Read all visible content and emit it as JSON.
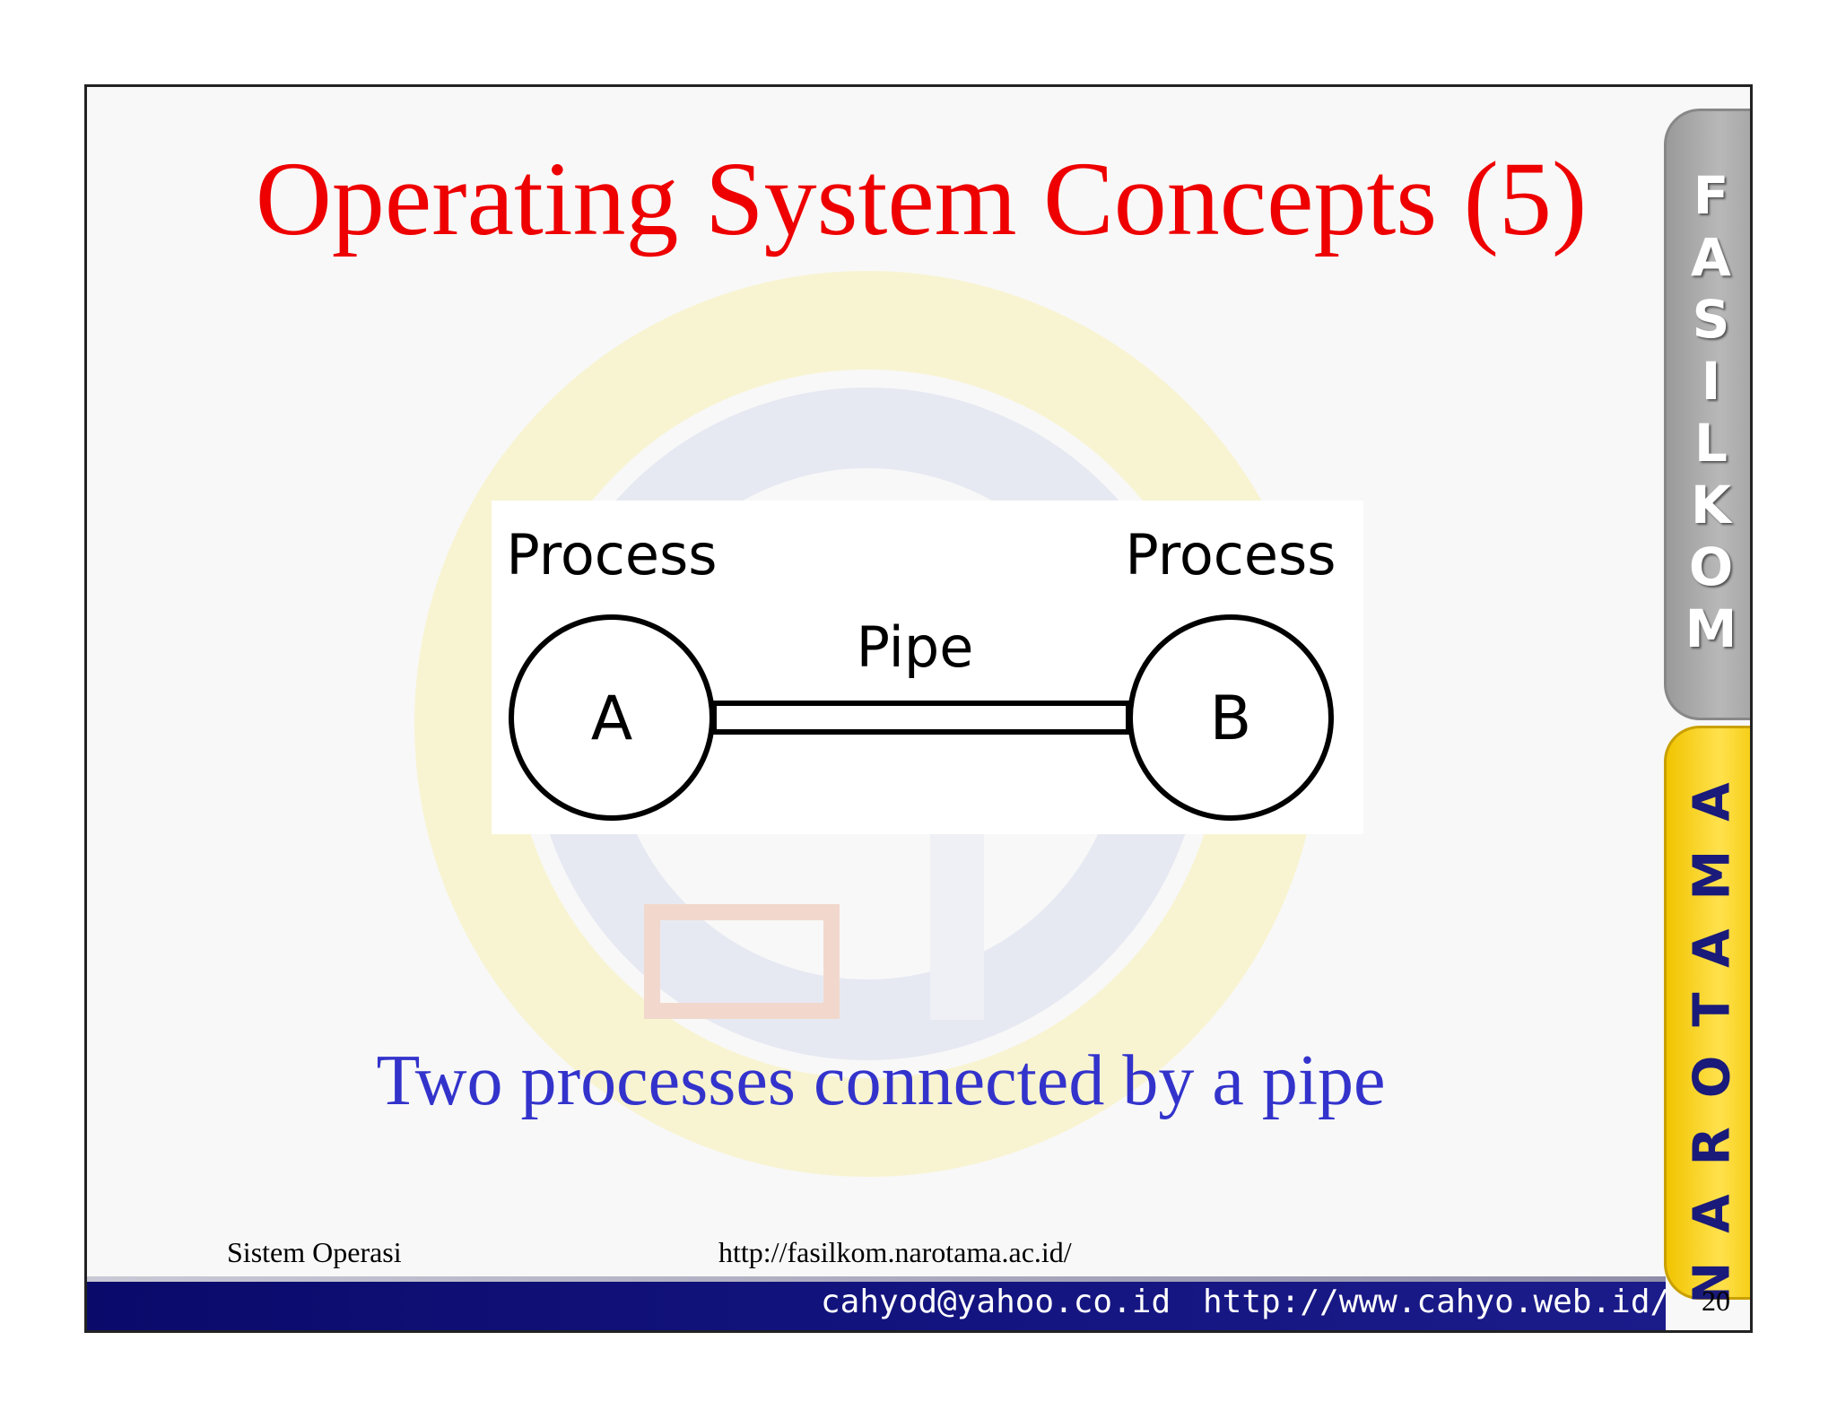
{
  "slide": {
    "title": "Operating System Concepts (5)",
    "caption": "Two processes connected by a pipe",
    "diagram": {
      "left_label": "Process",
      "right_label": "Process",
      "pipe_label": "Pipe",
      "node_a": "A",
      "node_b": "B"
    }
  },
  "footer": {
    "course": "Sistem Operasi",
    "site": "http://fasilkom.narotama.ac.id/",
    "email": "cahyod@yahoo.co.id",
    "url": "http://www.cahyo.web.id/",
    "page_number": "20"
  },
  "side_tabs": {
    "top_letters": [
      "F",
      "A",
      "S",
      "I",
      "L",
      "K",
      "O",
      "M"
    ],
    "bottom_text": "NAROTAMA"
  },
  "colors": {
    "title": "#ee0000",
    "caption": "#3333cc",
    "bar": "#0a0a6b",
    "tab_gray": "#a8a8a8",
    "tab_yellow": "#ffd21f"
  }
}
